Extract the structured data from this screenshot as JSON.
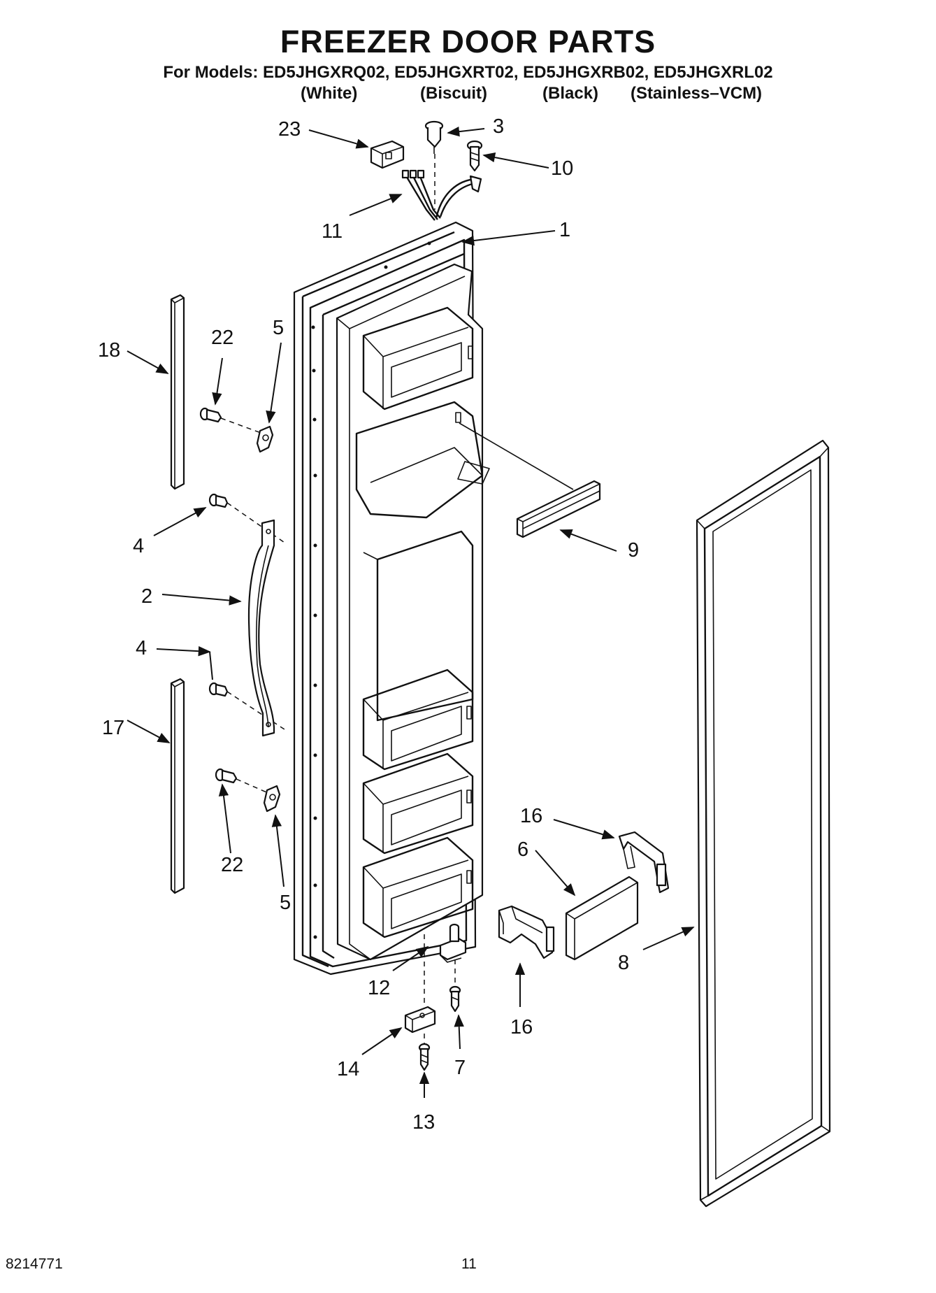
{
  "header": {
    "title": "FREEZER DOOR PARTS",
    "models_line": "For Models: ED5JHGXRQ02, ED5JHGXRT02, ED5JHGXRB02, ED5JHGXRL02",
    "variants": [
      "(White)",
      "(Biscuit)",
      "(Black)",
      "(Stainless–VCM)"
    ]
  },
  "callouts": [
    "23",
    "3",
    "10",
    "11",
    "1",
    "18",
    "22",
    "5",
    "4",
    "2",
    "4",
    "17",
    "22",
    "5",
    "9",
    "16",
    "6",
    "8",
    "12",
    "16",
    "14",
    "7",
    "13"
  ],
  "footer": {
    "doc_number": "8214771",
    "page_number": "11"
  }
}
